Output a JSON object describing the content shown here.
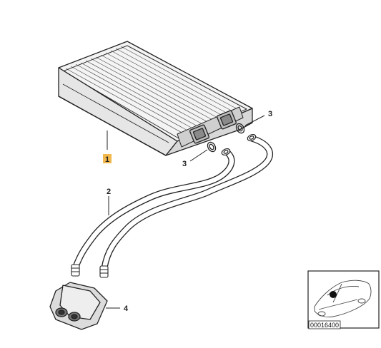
{
  "callouts": {
    "heater_core": "1",
    "pipes": "2",
    "seal_top": "3",
    "seal_bottom": "3",
    "connector": "4"
  },
  "inset": {
    "code": "00016400"
  },
  "colors": {
    "highlight": "#f2b84b",
    "line": "#222222"
  }
}
